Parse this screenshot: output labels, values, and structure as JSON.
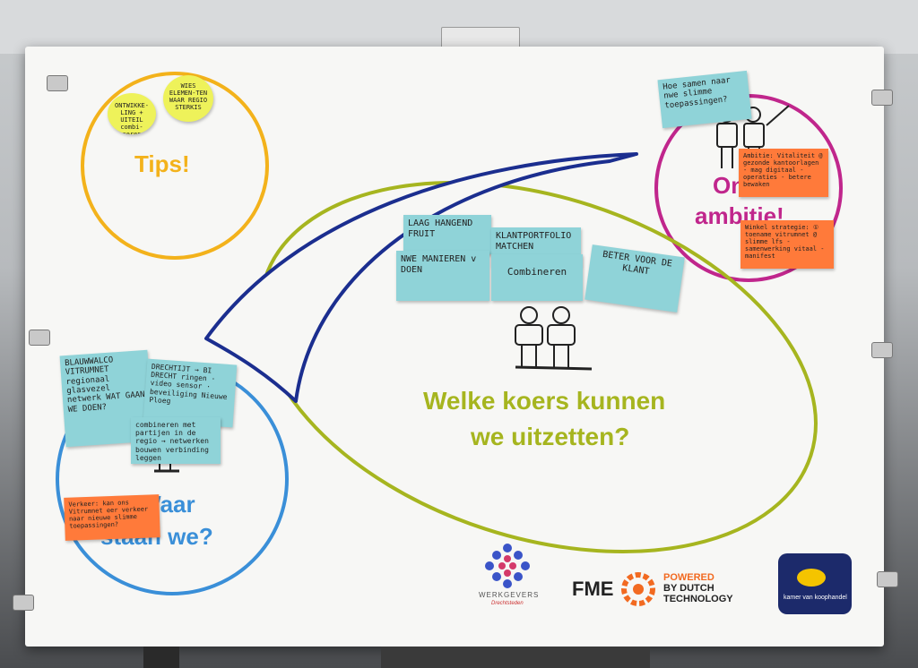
{
  "board": {
    "tips_label": "Tips!",
    "ambition_label_line1": "Onze",
    "ambition_label_line2": "ambitie!",
    "waar_label_line1": "Waar",
    "waar_label_line2": "staan we?",
    "question_line1": "Welke koers kunnen",
    "question_line2": "we uitzetten?"
  },
  "notes": {
    "yellow1": "ONTWIKKE-LING + UITEIL combi-neren",
    "yellow2": "WIES ELEMEN-TEN WAAR REGIO STERKIS",
    "ambition_blue": "Hoe samen naar nwe slimme toepassingen?",
    "ambition_orange1": "Ambitie: Vitaliteit @ gezonde kantoorlagen - mag digitaal - operaties - betere bewaken",
    "ambition_orange2": "Winkel strategie: ① toename vitrumnet @ slimme lfs - samenwerking vitaal - manifest",
    "center1": "LAAG HANGEND FRUIT",
    "center2": "KLANTPORTFOLIO MATCHEN",
    "center3": "NWE MANIEREN v DOEN",
    "center4": "Combineren",
    "center5": "BETER VOOR DE KLANT",
    "waar1": "BLAUWWALCO VITRUMNET regionaal glasvezel netwerk WAT GAAN WE DOEN?",
    "waar2": "DRECHTIJT → BI DRECHT ringen · video sensor · beveiliging Nieuwe Ploeg",
    "waar3": "combineren met partijen in de regio → netwerken bouwen verbinding leggen",
    "waar_orange": "Verkeer: kan ons Vitrumnet eer verkeer naar nieuwe slimme toepassingen?"
  },
  "logos": {
    "werkgevers": "WERKGEVERS",
    "werkgevers_sub": "Drechtsteden",
    "fme": "FME",
    "powered_line1": "POWERED",
    "powered_line2": "BY DUTCH",
    "powered_line3": "TECHNOLOGY",
    "kvk": "kamer van koophandel"
  },
  "colors": {
    "yellow_circle": "#f3b21b",
    "magenta_circle": "#c0268c",
    "blue_circle": "#3a8fd8",
    "green_ellipse": "#a6b51f",
    "navy_arrow": "#1b2e8f",
    "tips_text": "#f3b21b",
    "question_text": "#a6b51f",
    "ambition_text": "#c0268c",
    "waar_text": "#3a8fd8"
  }
}
